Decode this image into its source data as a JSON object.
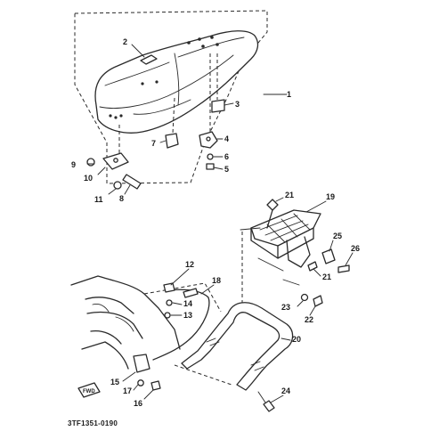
{
  "diagram": {
    "drawing_code": "3TF1351-0190",
    "fwd_label": "FWD",
    "callouts": {
      "c1": "1",
      "c2": "2",
      "c3": "3",
      "c4": "4",
      "c5": "5",
      "c6": "6",
      "c7": "7",
      "c8": "8",
      "c9": "9",
      "c10": "10",
      "c11": "11",
      "c12": "12",
      "c13": "13",
      "c14": "14",
      "c15": "15",
      "c16": "16",
      "c17": "17",
      "c18": "18",
      "c19": "19",
      "c20": "20",
      "c21a": "21",
      "c21b": "21",
      "c22": "22",
      "c23": "23",
      "c24": "24",
      "c25": "25",
      "c26": "26"
    }
  }
}
